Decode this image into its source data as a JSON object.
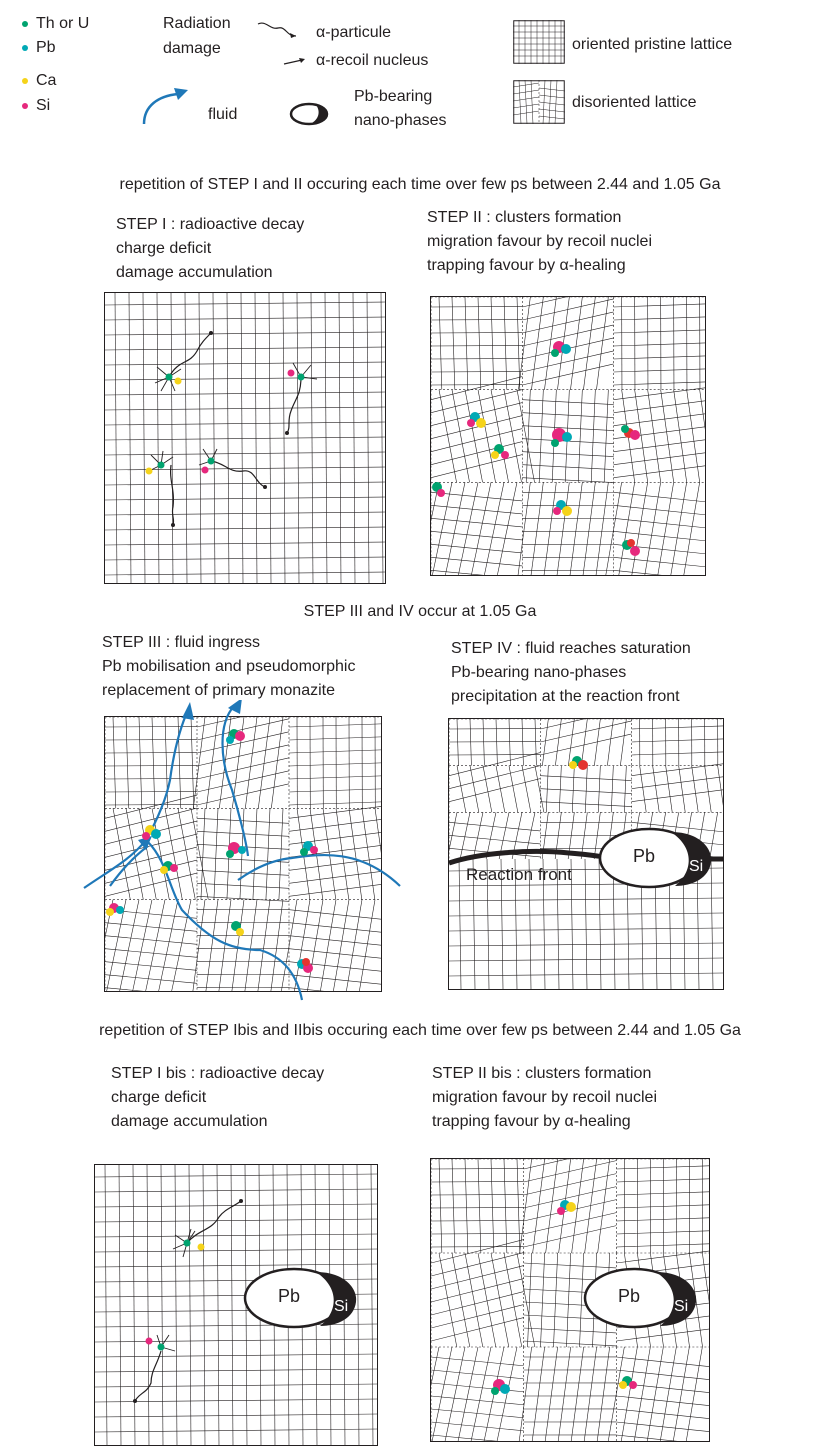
{
  "legend": {
    "elements": [
      {
        "label": "Th or U",
        "color": "#00a36f"
      },
      {
        "label": "Pb",
        "color": "#00a9b5"
      },
      {
        "label": "Ca",
        "color": "#f5d31a"
      },
      {
        "label": "Si",
        "color": "#e6287d"
      }
    ],
    "radiation_damage": {
      "line1": "Radiation",
      "line2": "damage"
    },
    "alpha_particle": "α-particule",
    "alpha_recoil": "α-recoil nucleus",
    "fluid": "fluid",
    "nano_phases": {
      "line1": "Pb-bearing",
      "line2": "nano-phases"
    },
    "oriented_lattice": "oriented pristine lattice",
    "disoriented_lattice": "disoriented lattice"
  },
  "headings": {
    "repeat_1_2": "repetition of STEP I and II occuring each time over few ps between 2.44 and 1.05 Ga",
    "step_3_4": "STEP III and IV occur at 1.05 Ga",
    "repeat_bis": "repetition of STEP Ibis and IIbis occuring each time over few ps between 2.44 and 1.05 Ga"
  },
  "steps": {
    "step1": [
      "STEP I : radioactive decay",
      "charge deficit",
      "damage accumulation"
    ],
    "step2": [
      "STEP II : clusters formation",
      "migration favour by recoil nuclei",
      "trapping favour by α-healing"
    ],
    "step3": [
      "STEP III : fluid ingress",
      "Pb mobilisation and pseudomorphic",
      "replacement of primary monazite"
    ],
    "step4": [
      "STEP IV : fluid reaches saturation",
      "Pb-bearing nano-phases",
      "precipitation at the reaction front"
    ],
    "step1bis": [
      "STEP I bis : radioactive decay",
      "charge deficit",
      "damage accumulation"
    ],
    "step2bis": [
      "STEP II bis : clusters formation",
      "migration favour by recoil nuclei",
      "trapping favour by α-healing"
    ]
  },
  "labels": {
    "pb": "Pb",
    "si": "Si",
    "reaction_front": "Reaction front"
  },
  "colors": {
    "fluid": "#1f78b8",
    "line": "#231f20",
    "th_u": "#00a36f",
    "pb": "#00a9b5",
    "ca": "#f5d31a",
    "si": "#e6287d",
    "red": "#e3342f"
  }
}
